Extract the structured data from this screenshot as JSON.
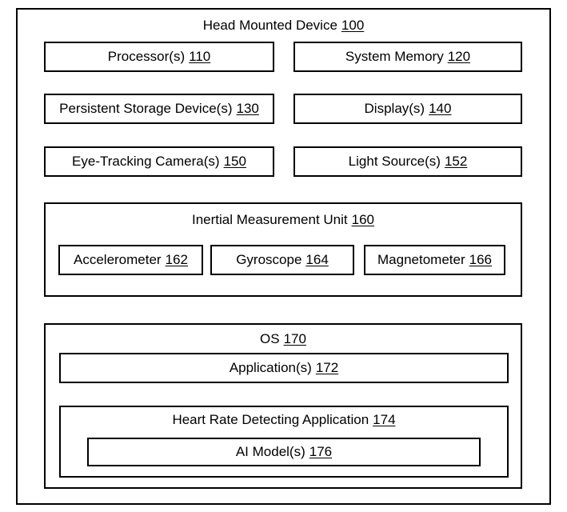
{
  "colors": {
    "ink": "#000000",
    "background": "#ffffff"
  },
  "blocks": {
    "hmd": {
      "label": "Head Mounted Device",
      "ref": "100"
    },
    "processors": {
      "label": "Processor(s)",
      "ref": "110"
    },
    "system_memory": {
      "label": "System Memory",
      "ref": "120"
    },
    "persistent_storage": {
      "label": "Persistent Storage Device(s)",
      "ref": "130"
    },
    "displays": {
      "label": "Display(s)",
      "ref": "140"
    },
    "eye_tracking": {
      "label": "Eye-Tracking Camera(s)",
      "ref": "150"
    },
    "light_sources": {
      "label": "Light Source(s)",
      "ref": "152"
    },
    "imu": {
      "label": "Inertial Measurement Unit",
      "ref": "160"
    },
    "accelerometer": {
      "label": "Accelerometer",
      "ref": "162"
    },
    "gyroscope": {
      "label": "Gyroscope",
      "ref": "164"
    },
    "magnetometer": {
      "label": "Magnetometer",
      "ref": "166"
    },
    "os": {
      "label": "OS",
      "ref": "170"
    },
    "applications": {
      "label": "Application(s)",
      "ref": "172"
    },
    "heart_rate_app": {
      "label": "Heart Rate Detecting Application",
      "ref": "174"
    },
    "ai_models": {
      "label": "AI Model(s)",
      "ref": "176"
    }
  }
}
